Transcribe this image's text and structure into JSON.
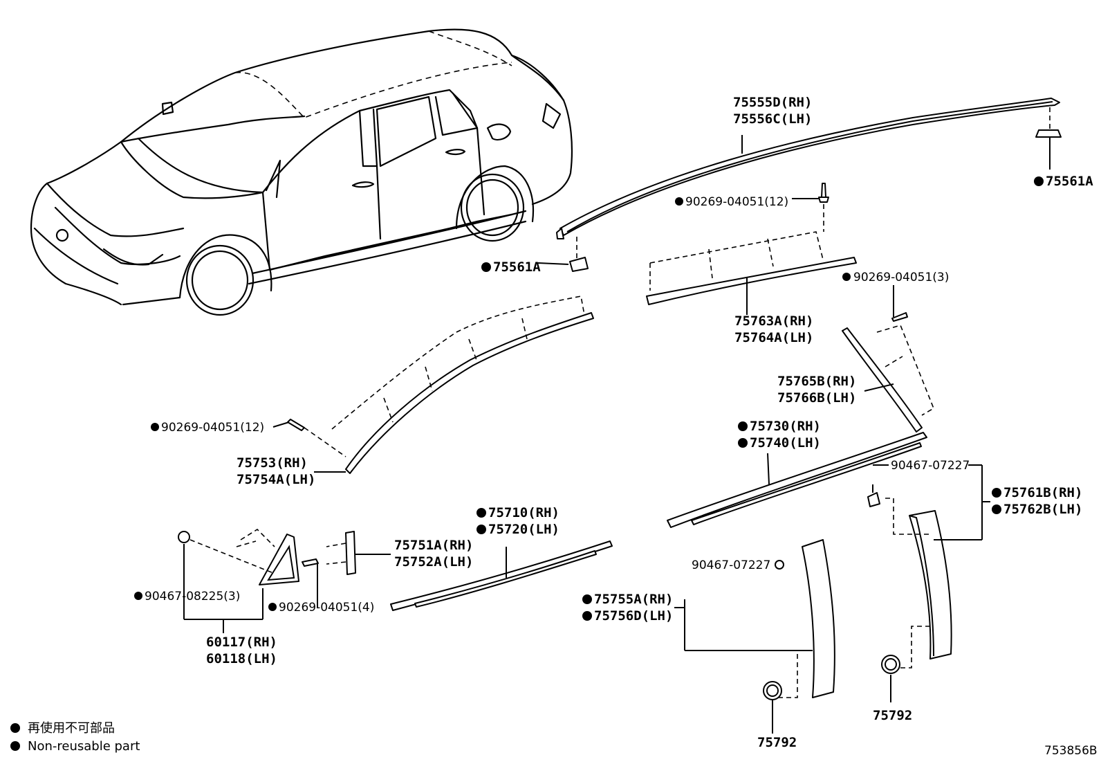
{
  "diagram_code": "753856B",
  "legend": {
    "symbol": "●",
    "japanese": "再使用不可部品",
    "english": "Non-reusable part"
  },
  "callouts": {
    "roof_molding_rh": "75555D(RH)",
    "roof_molding_lh": "75556C(LH)",
    "clip_rear": "75561A",
    "clip_front": "75561A",
    "clip_roof_12": "90269-04051(12)",
    "clip_upper_3": "90269-04051(3)",
    "upper_mold_rh": "75763A(RH)",
    "upper_mold_lh": "75764A(LH)",
    "rear_pillar_rh": "75765B(RH)",
    "rear_pillar_lh": "75766B(LH)",
    "belt_rear_rh": "75730(RH)",
    "belt_rear_lh": "75740(LH)",
    "clip_front_12": "90269-04051(12)",
    "windshield_rh": "75753(RH)",
    "windshield_lh": "75754A(LH)",
    "nut_90467_07227_a": "90467-07227",
    "rear_garnish_rh": "75761B(RH)",
    "rear_garnish_lh": "75762B(LH)",
    "belt_front_rh": "75710(RH)",
    "belt_front_lh": "75720(LH)",
    "front_pillar_rh": "75751A(RH)",
    "front_pillar_lh": "75752A(LH)",
    "nut_90467_07227_b": "90467-07227",
    "center_garnish_rh": "75755A(RH)",
    "center_garnish_lh": "75756D(LH)",
    "clip_90467_08225": "90467-08225(3)",
    "clip_90269_4": "90269-04051(4)",
    "mirror_cover_rh": "60117(RH)",
    "mirror_cover_lh": "60118(LH)",
    "grommet_a": "75792",
    "grommet_b": "75792"
  }
}
